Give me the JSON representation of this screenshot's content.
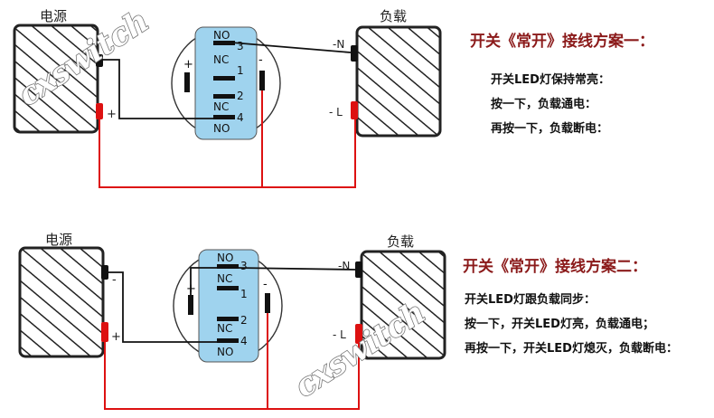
{
  "watermark": "cxswitch",
  "colors": {
    "title": "#8b1a1a",
    "wire_red": "#dd1111",
    "switch_fill": "#9fd3ee",
    "hatch": "#222222"
  },
  "scheme1": {
    "power_label": "电源",
    "load_label": "负载",
    "plus": "+",
    "minus": "-",
    "neg_n": "-N",
    "neg_l": "- L",
    "switch": {
      "no_top": "NO",
      "nc_top": "NC",
      "nc_bot": "NC",
      "no_bot": "NO",
      "pin3": "3",
      "pin1": "1",
      "pin2": "2",
      "pin4": "4",
      "led_plus": "+",
      "led_minus": "-"
    },
    "title": "开关《常开》接线方案一：",
    "lines": [
      "开关LED灯保持常亮：",
      "按一下，负载通电：",
      "再按一下，负载断电："
    ]
  },
  "scheme2": {
    "power_label": "电源",
    "load_label": "负载",
    "plus": "+",
    "minus": "-",
    "neg_n": "-N",
    "neg_l": "- L",
    "switch": {
      "no_top": "NO",
      "nc_top": "NC",
      "nc_bot": "NC",
      "no_bot": "NO",
      "pin3": "3",
      "pin1": "1",
      "pin2": "2",
      "pin4": "4",
      "led_plus": "+",
      "led_minus": "-"
    },
    "title": "开关《常开》接线方案二：",
    "lines": [
      "开关LED灯跟负载同步：",
      "按一下，开关LED灯亮，负载通电；",
      "再按一下，开关LED灯熄灭，负载断电："
    ]
  }
}
